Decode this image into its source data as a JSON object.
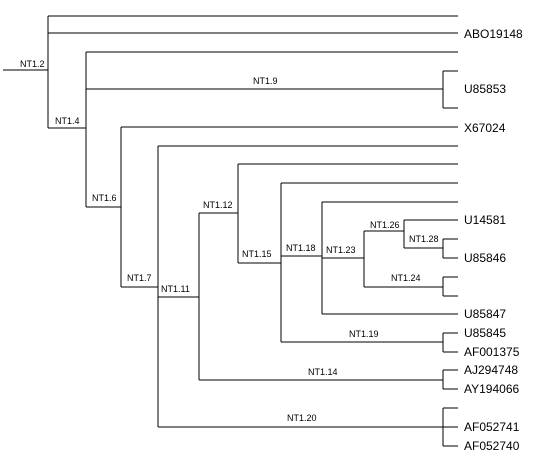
{
  "diagram": {
    "type": "phylogenetic-tree",
    "internal_nodes": [
      {
        "id": "n12",
        "label": "NT1.2"
      },
      {
        "id": "n14",
        "label": "NT1.4"
      },
      {
        "id": "n16",
        "label": "NT1.6"
      },
      {
        "id": "n17",
        "label": "NT1.7"
      },
      {
        "id": "n19",
        "label": "NT1.9"
      },
      {
        "id": "n111",
        "label": "NT1.11"
      },
      {
        "id": "n112",
        "label": "NT1.12"
      },
      {
        "id": "n114",
        "label": "NT1.14"
      },
      {
        "id": "n115",
        "label": "NT1.15"
      },
      {
        "id": "n118",
        "label": "NT1.18"
      },
      {
        "id": "n119",
        "label": "NT1.19"
      },
      {
        "id": "n120",
        "label": "NT1.20"
      },
      {
        "id": "n123",
        "label": "NT1.23"
      },
      {
        "id": "n124",
        "label": "NT1.24"
      },
      {
        "id": "n126",
        "label": "NT1.26"
      },
      {
        "id": "n128",
        "label": "NT1.28"
      }
    ],
    "leaves": [
      {
        "id": "l1",
        "label": "ABO19148"
      },
      {
        "id": "l2",
        "label": "U85853"
      },
      {
        "id": "l3",
        "label": "X67024"
      },
      {
        "id": "l4",
        "label": "U14581"
      },
      {
        "id": "l5",
        "label": "U85846"
      },
      {
        "id": "l6",
        "label": "U85847"
      },
      {
        "id": "l7",
        "label": "U85845"
      },
      {
        "id": "l8",
        "label": "AF001375"
      },
      {
        "id": "l9",
        "label": "AJ294748"
      },
      {
        "id": "l10",
        "label": "AY194066"
      },
      {
        "id": "l11",
        "label": "AF052741"
      },
      {
        "id": "l12",
        "label": "AF052740"
      }
    ]
  }
}
